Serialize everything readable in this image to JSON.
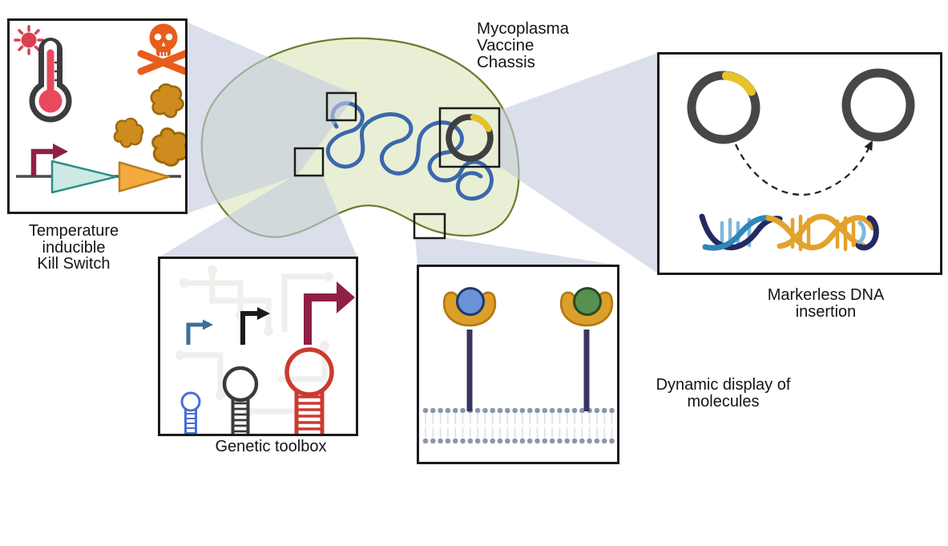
{
  "figure": {
    "title_lines": [
      "Mycoplasma",
      "Vaccine",
      "Chassis"
    ],
    "panels": {
      "kill_switch": {
        "caption_lines": [
          "Temperature",
          "inducible",
          "Kill Switch"
        ],
        "icons": [
          "sun-icon",
          "thermometer-icon",
          "skull-crossbones-icon",
          "toxin-blob-icon",
          "promoter-arrow-icon",
          "gene-triangle-icon"
        ]
      },
      "genetic_toolbox": {
        "caption": "Genetic toolbox",
        "icons": [
          "circuit-board-background",
          "promoter-arrow-small-icon",
          "promoter-arrow-medium-icon",
          "promoter-arrow-large-icon",
          "terminator-hairpin-small-icon",
          "terminator-hairpin-medium-icon",
          "terminator-hairpin-large-icon"
        ]
      },
      "dynamic_display": {
        "caption_lines": [
          "Dynamic display of",
          "molecules"
        ],
        "icons": [
          "membrane-receptor-blue-icon",
          "membrane-receptor-green-icon",
          "lipid-bilayer-icon"
        ]
      },
      "markerless_insertion": {
        "caption_lines": [
          "Markerless DNA",
          "insertion"
        ],
        "icons": [
          "plasmid-with-insert-icon",
          "plasmid-empty-icon",
          "dashed-insertion-arrow-icon",
          "dna-helix-icon"
        ]
      }
    },
    "center_cell": {
      "icons": [
        "cell-body",
        "genome-squiggle",
        "callout-square-top",
        "callout-square-left",
        "callout-square-plasmid",
        "callout-square-bottom",
        "mini-plasmid-icon",
        "beam-to-kill-switch",
        "beam-to-genetic-toolbox",
        "beam-to-dynamic-display",
        "beam-to-markerless-insertion"
      ]
    },
    "colors": {
      "cell_fill": "#e9efd5",
      "cell_outline": "#6b7c2c",
      "genome_blue": "#3a68ad",
      "beam": "#c3cbdf",
      "panel_border": "#1b1b1b",
      "text": "#141414",
      "maroon_accent": "#8e2043",
      "teal_gene_fill": "#cde9e3",
      "teal_gene_outline": "#2a8f85",
      "orange_gene": "#f2ab3c",
      "thermometer_red": "#e8495c",
      "thermometer_outline": "#3b3b40",
      "sun_red": "#d8414f",
      "skull_orange": "#e85c1c",
      "toxin_brown": "#cf8c1e",
      "hairpin_blue": "#4a6fd4",
      "hairpin_gray": "#3a3a3a",
      "hairpin_red": "#cb3b2f",
      "toolbox_blue_arrow": "#3d6e96",
      "receptor_gold": "#dc9f2b",
      "stalk_indigo": "#3b3462",
      "ligand_blue": "#6a92d4",
      "ligand_green": "#578f4e",
      "membrane_dot": "#8b97ab",
      "plasmid_gray": "#474747",
      "insert_yellow": "#e7c32a",
      "helix_navy": "#232a63",
      "helix_blue": "#2f86b8",
      "helix_lightblue": "#7fb8dc",
      "helix_gold": "#e2a32c"
    }
  }
}
